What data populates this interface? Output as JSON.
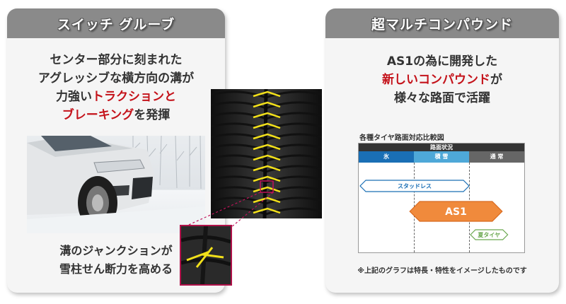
{
  "left_card": {
    "header": "スイッチ グルーブ",
    "headline": {
      "line1": "センター部分に刻まれた",
      "line2": "アグレッシブな横方向の溝が",
      "line3_plain": "力強い",
      "line3_red": "トラクションと",
      "line4_red": "ブレーキング",
      "line4_plain": "を発揮"
    },
    "bottom": {
      "line1": "溝のジャンクションが",
      "line2": "雪柱せん断力を高める"
    }
  },
  "right_card": {
    "header": "超マルチコンパウンド",
    "headline": {
      "line1": "AS1の為に開発した",
      "line2_red": "新しいコンパウンド",
      "line2_plain": "が",
      "line3": "様々な路面で活躍"
    },
    "chart_title": "各種タイヤ路面対応比較図",
    "chart_note": "※上記のグラフは特長・特性をイメージしたものです"
  },
  "chart_data": {
    "type": "range",
    "group_header": "路面状況",
    "categories": [
      "氷",
      "積 雪",
      "通 常"
    ],
    "series": [
      {
        "name": "スタッドレス",
        "start": 0.0,
        "end": 2.0
      },
      {
        "name": "AS1",
        "start": 0.9,
        "end": 2.6
      },
      {
        "name": "夏タイヤ",
        "start": 2.0,
        "end": 2.7
      }
    ]
  },
  "colors": {
    "header_gray": "#8a8a8a",
    "accent_red": "#c4121a",
    "ice_blue": "#1a6fb5",
    "snow_blue": "#4ea8d8",
    "normal_gray": "#666666",
    "studless_blue": "#1a6fb5",
    "as1_orange": "#f08a3c",
    "summer_green": "#6aa84f",
    "groove_yellow": "#f2e01a"
  }
}
